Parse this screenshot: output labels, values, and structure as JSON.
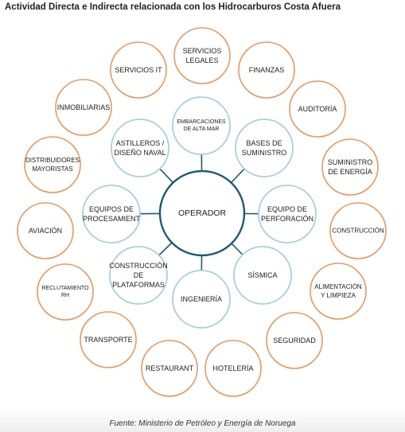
{
  "title": "Actividad Directa e Indirecta relacionada con los Hidrocarburos Costa Afuera",
  "source": "Fuente: Ministerio de Petróleo y Energía de Noruega",
  "colors": {
    "center_ring": "#1f5a74",
    "inner_ring": "#a9cfe0",
    "outer_ring": "#e59a62",
    "connector": "#1f5a74"
  },
  "center": {
    "label": [
      "OPERADOR"
    ]
  },
  "inner_nodes": [
    {
      "id": "embarcaciones",
      "label": [
        "EMBARCACIONES",
        "DE ALTA MAR"
      ]
    },
    {
      "id": "bases",
      "label": [
        "BASES DE",
        "SUMINISTRO"
      ]
    },
    {
      "id": "equipo-perforacion",
      "label": [
        "EQUIPO DE",
        "PERFORACIÓN"
      ]
    },
    {
      "id": "sismica",
      "label": [
        "SÍSMICA"
      ]
    },
    {
      "id": "ingenieria",
      "label": [
        "INGENIERÍA"
      ]
    },
    {
      "id": "construccion-plataformas",
      "label": [
        "CONSTRUCCIÓN",
        "DE",
        "PLATAFORMAS"
      ]
    },
    {
      "id": "equipos-procesamiento",
      "label": [
        "EQUIPOS DE",
        "PROCESAMIENT"
      ]
    },
    {
      "id": "astilleros",
      "label": [
        "ASTILLEROS /",
        "DISEÑO NAVAL"
      ]
    }
  ],
  "outer_nodes": [
    {
      "id": "servicios-legales",
      "label": [
        "SERVICIOS",
        "LEGALES"
      ]
    },
    {
      "id": "finanzas",
      "label": [
        "FINANZAS"
      ]
    },
    {
      "id": "auditoria",
      "label": [
        "AUDITORÍA"
      ]
    },
    {
      "id": "suministro-energia",
      "label": [
        "SUMINISTRO",
        "DE ENERGÍA"
      ]
    },
    {
      "id": "construccion",
      "label": [
        "CONSTRUCCIÓN"
      ]
    },
    {
      "id": "alimentacion",
      "label": [
        "ALIMENTACIÓN",
        "Y LIMPIEZA"
      ]
    },
    {
      "id": "seguridad",
      "label": [
        "SEGURIDAD"
      ]
    },
    {
      "id": "hoteleria",
      "label": [
        "HOTELERÍA"
      ]
    },
    {
      "id": "restaurant",
      "label": [
        "RESTAURANT"
      ]
    },
    {
      "id": "transporte",
      "label": [
        "TRANSPORTE"
      ]
    },
    {
      "id": "reclutamiento",
      "label": [
        "RECLUTAMIENTO",
        "RH"
      ]
    },
    {
      "id": "aviacion",
      "label": [
        "AVIACIÓN"
      ]
    },
    {
      "id": "distribuidores",
      "label": [
        "DISTRIBUIDORES",
        "MAYORISTAS"
      ]
    },
    {
      "id": "inmobiliarias",
      "label": [
        "INMOBILIARIAS"
      ]
    },
    {
      "id": "servicios-it",
      "label": [
        "SERVICIOS IT"
      ]
    }
  ]
}
